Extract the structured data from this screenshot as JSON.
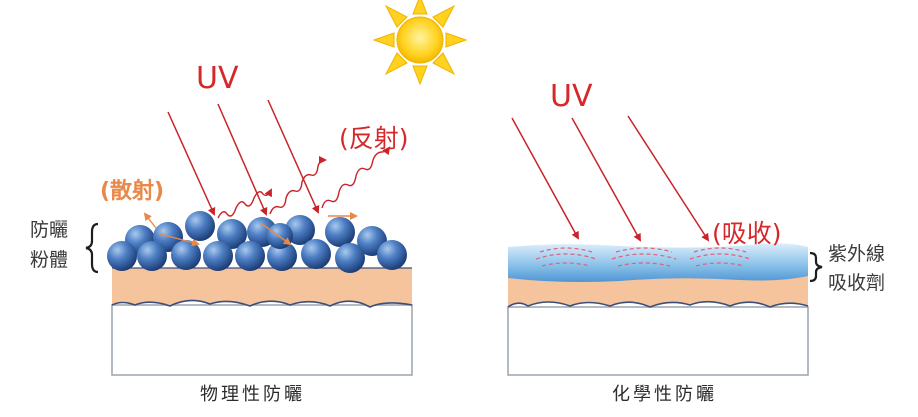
{
  "physical": {
    "uv_label": "UV",
    "reflect_label": "(反射)",
    "scatter_label": "(散射)",
    "powder_line1": "防曬",
    "powder_line2": "粉體",
    "caption": "物理性防曬"
  },
  "chemical": {
    "uv_label": "UV",
    "absorb_label": "(吸收)",
    "absorber_line1": "紫外線",
    "absorber_line2": "吸收劑",
    "caption": "化學性防曬"
  },
  "colors": {
    "uv_red": "#d6282b",
    "scatter_orange": "#e8894a",
    "sun_yellow": "#ffd21f",
    "skin_orange": "#f6c49c",
    "particle_blue": "#3f6fb3",
    "film_blue": "#8cc3ea"
  },
  "icons": [
    "sun-icon",
    "brace-icon"
  ]
}
